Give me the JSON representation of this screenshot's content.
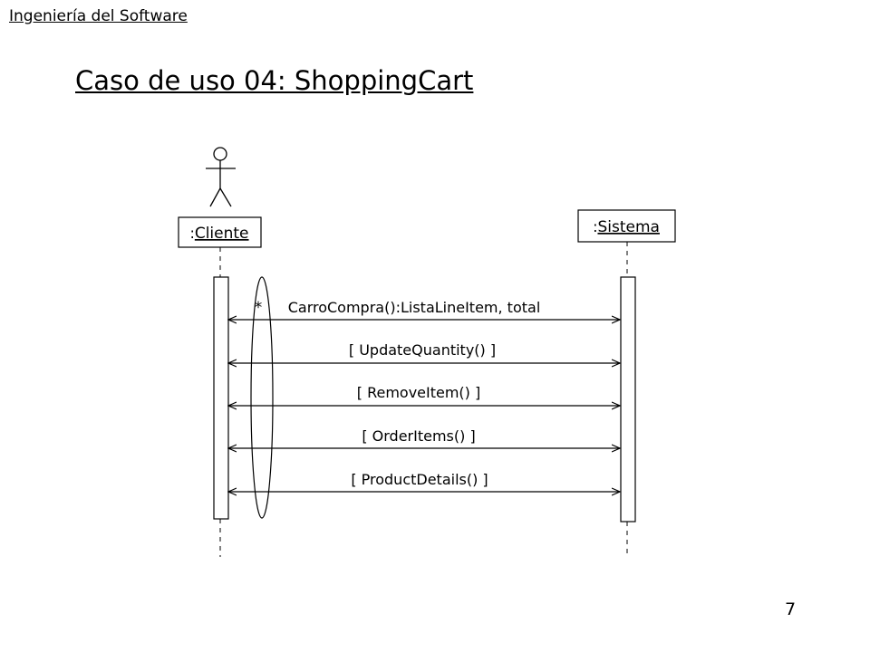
{
  "header": {
    "course": "Ingeniería del Software"
  },
  "title": "Caso de uso 04: ShoppingCart",
  "page_number": "7",
  "diagram": {
    "actor": {
      "prefix": ":",
      "name": "Cliente"
    },
    "system": {
      "prefix": ":",
      "name": "Sistema"
    },
    "loop_marker": "*",
    "messages": [
      {
        "label": "CarroCompra():ListaLineItem, total"
      },
      {
        "label": "[ UpdateQuantity() ]"
      },
      {
        "label": "[ RemoveItem() ]"
      },
      {
        "label": "[ OrderItems() ]"
      },
      {
        "label": "[ ProductDetails() ]"
      }
    ]
  }
}
